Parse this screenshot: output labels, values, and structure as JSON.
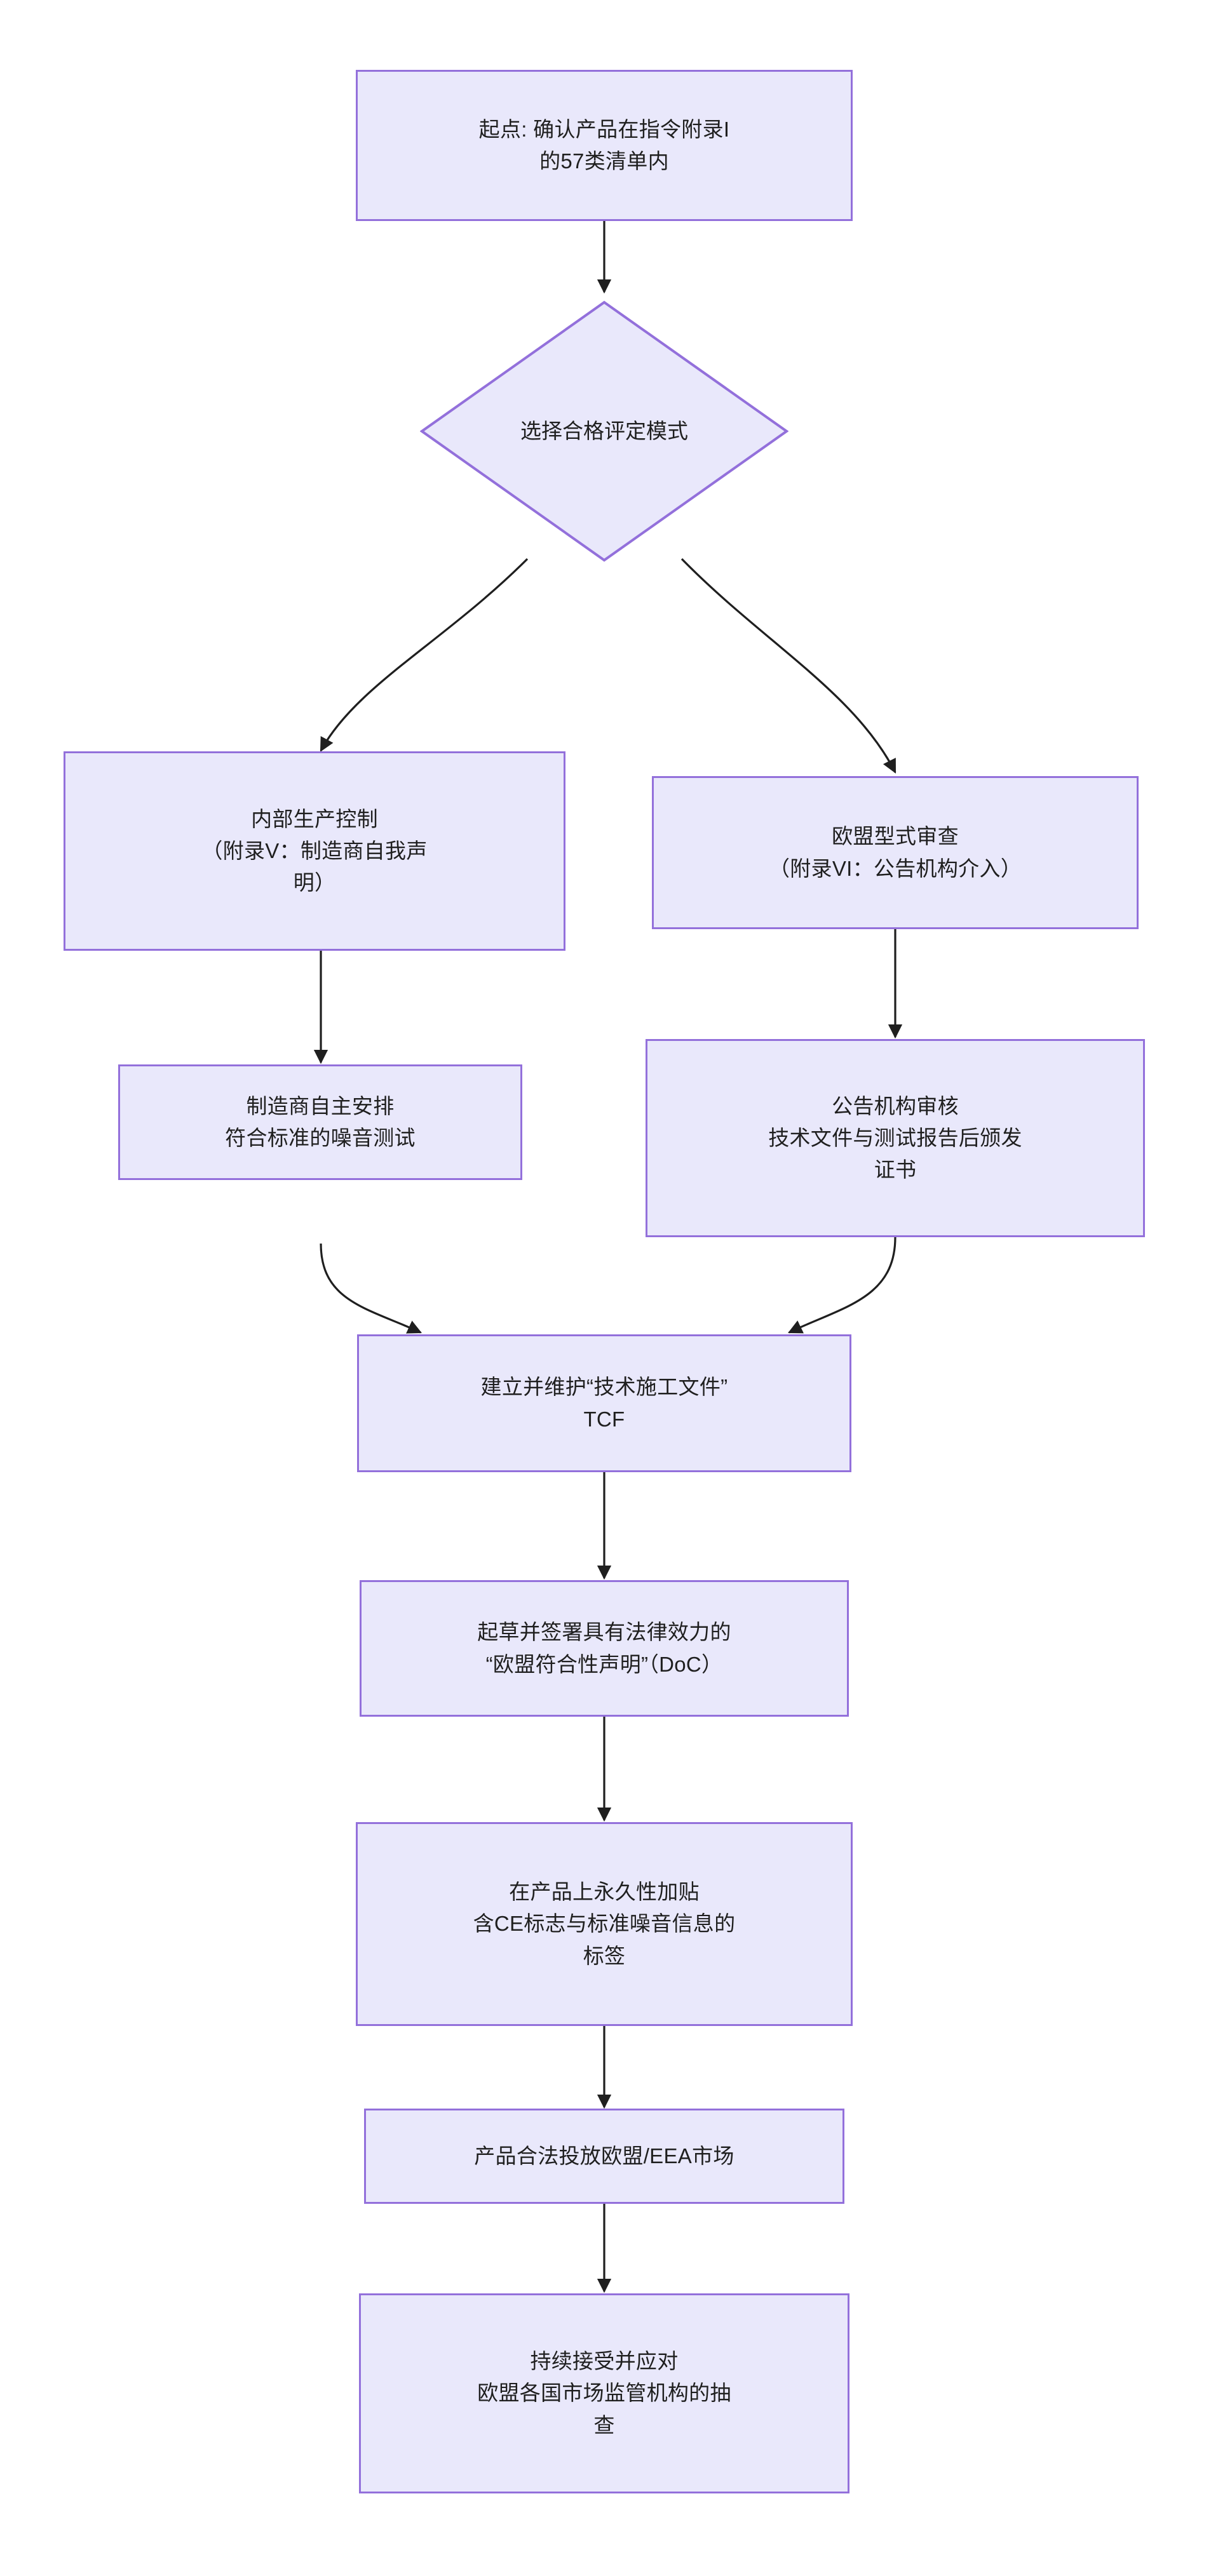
{
  "diagram": {
    "title": "EU Noise Directive CE Conformity Flowchart",
    "type": "flowchart",
    "direction": "top-to-bottom",
    "colors": {
      "node_fill": "#e9e8fb",
      "node_border": "#9370db",
      "edge": "#1f1f1f",
      "text": "#1f1f1f",
      "background": "#ffffff"
    },
    "nodes": [
      {
        "id": "start",
        "shape": "rect",
        "text": "起点: 确认产品在指令附录I\n的57类清单内"
      },
      {
        "id": "decision",
        "shape": "diamond",
        "text": "选择合格评定模式"
      },
      {
        "id": "internal-control",
        "shape": "rect",
        "text": "内部生产控制\n（附录V：制造商自我声\n明）"
      },
      {
        "id": "eu-type-exam",
        "shape": "rect",
        "text": "欧盟型式审查\n（附录VI：公告机构介入）"
      },
      {
        "id": "self-noise-test",
        "shape": "rect",
        "text": "制造商自主安排\n符合标准的噪音测试"
      },
      {
        "id": "notified-body-review",
        "shape": "rect",
        "text": "公告机构审核\n技术文件与测试报告后颁发\n证书"
      },
      {
        "id": "tcf",
        "shape": "rect",
        "text": "建立并维护“技术施工文件”\nTCF"
      },
      {
        "id": "doc",
        "shape": "rect",
        "text": "起草并签署具有法律效力的\n“欧盟符合性声明”（DoC）"
      },
      {
        "id": "ce-label",
        "shape": "rect",
        "text": "在产品上永久性加贴\n含CE标志与标准噪音信息的\n标签"
      },
      {
        "id": "market-placement",
        "shape": "rect",
        "text": "产品合法投放欧盟/EEA市场"
      },
      {
        "id": "surveillance",
        "shape": "rect",
        "text": "持续接受并应对\n欧盟各国市场监管机构的抽\n查"
      }
    ],
    "edges": [
      {
        "from": "start",
        "to": "decision",
        "label": ""
      },
      {
        "from": "decision",
        "to": "internal-control",
        "label": ""
      },
      {
        "from": "decision",
        "to": "eu-type-exam",
        "label": ""
      },
      {
        "from": "internal-control",
        "to": "self-noise-test",
        "label": ""
      },
      {
        "from": "eu-type-exam",
        "to": "notified-body-review",
        "label": ""
      },
      {
        "from": "self-noise-test",
        "to": "tcf",
        "label": ""
      },
      {
        "from": "notified-body-review",
        "to": "tcf",
        "label": ""
      },
      {
        "from": "tcf",
        "to": "doc",
        "label": ""
      },
      {
        "from": "doc",
        "to": "ce-label",
        "label": ""
      },
      {
        "from": "ce-label",
        "to": "market-placement",
        "label": ""
      },
      {
        "from": "market-placement",
        "to": "surveillance",
        "label": ""
      }
    ]
  }
}
